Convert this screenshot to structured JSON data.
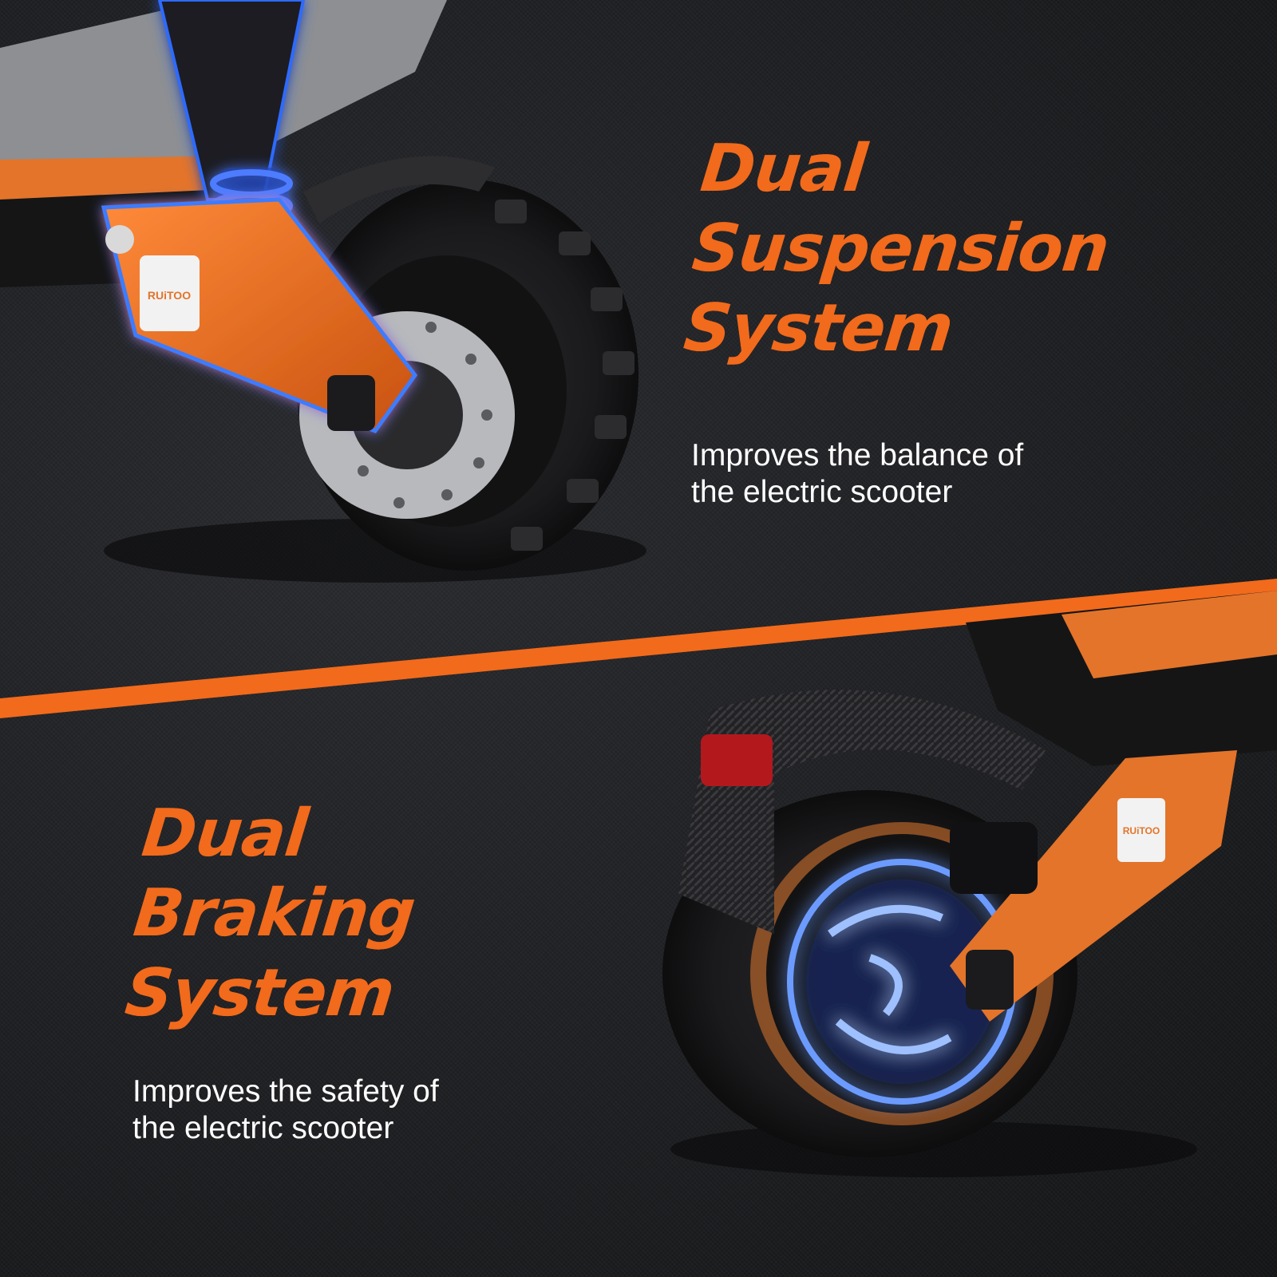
{
  "section_top": {
    "title_lines": [
      "Dual",
      "Suspension",
      "System"
    ],
    "desc_lines": [
      "Improves the balance of",
      "the electric scooter"
    ]
  },
  "section_bottom": {
    "title_lines": [
      "Dual",
      "Braking",
      "System"
    ],
    "desc_lines": [
      "Improves the safety of",
      "the electric scooter"
    ]
  },
  "brand": {
    "logo_text": "RUiTOO"
  },
  "colors": {
    "accent_orange": "#f26a1b",
    "background": "#1c1d20",
    "glow_blue": "#2f6bff",
    "text_white": "#ffffff"
  }
}
